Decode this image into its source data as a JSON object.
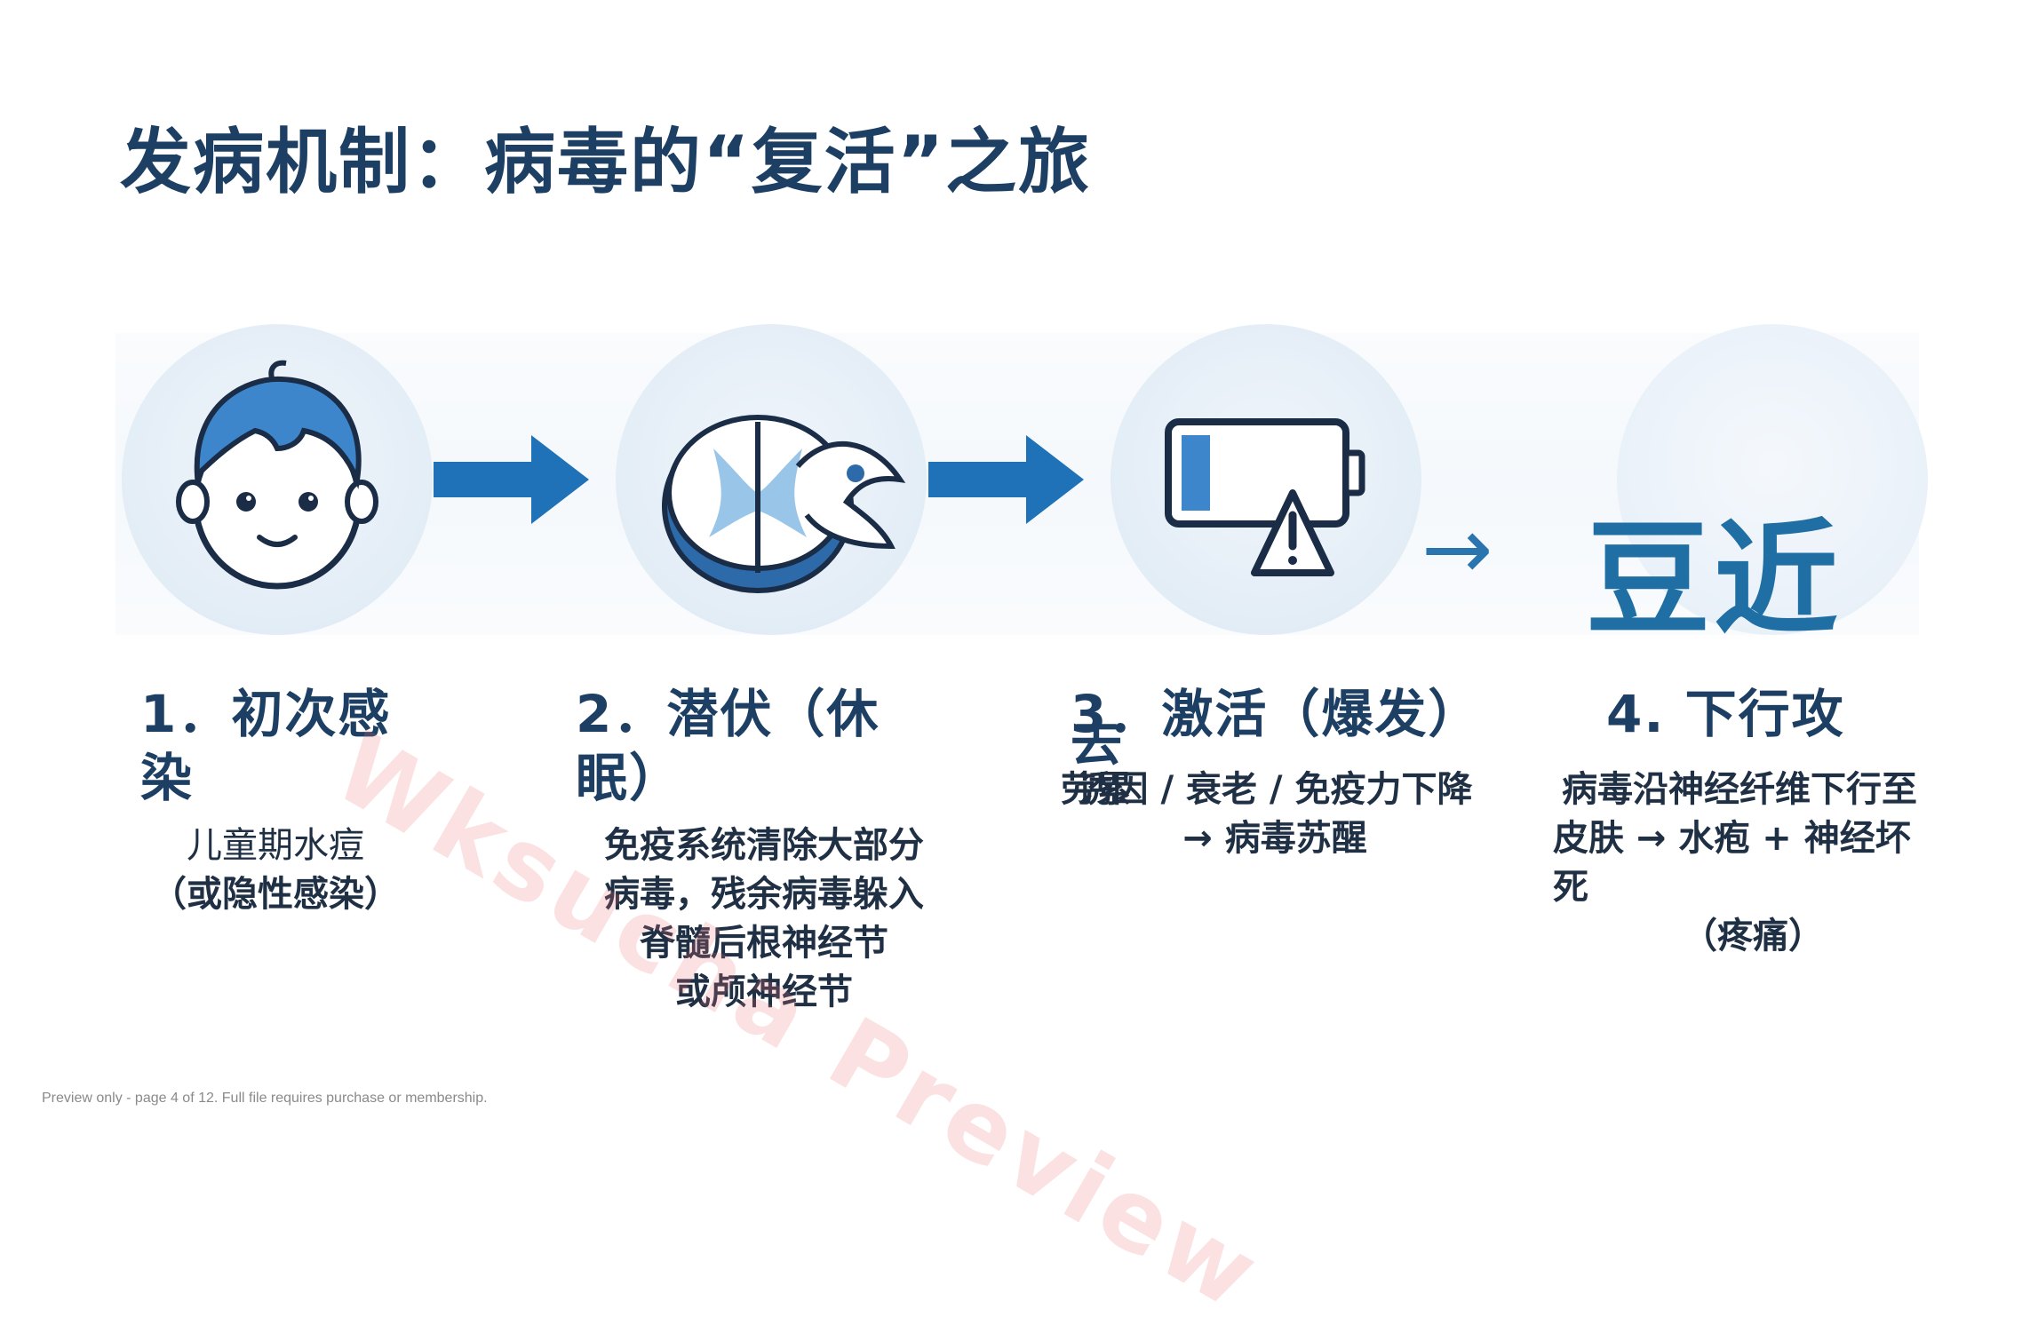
{
  "title": "发病机制：病毒的“复活”之旅",
  "steps": [
    {
      "head_line1": "1．初次感",
      "head_line2": "染",
      "body_line1": "儿童期水痘",
      "body_line2": "（或隐性感染）",
      "icon": "child-face-icon"
    },
    {
      "head_line1": "2．潜伏（休",
      "head_line2": "眠）",
      "body_lines": [
        "免疫系统清除大部分",
        "病毒，残余病毒躲入",
        "脊髓后根神经节",
        "或颅神经节"
      ],
      "icon": "spinal-cord-icon"
    },
    {
      "head_line1": "3．激活（爆发）",
      "head_line2": "去",
      "body_line1": "诱因 / 衰老 / 免疫力下降",
      "body_line2": "→ 病毒苏醒",
      "body_overlap": "劳累",
      "icon": "low-battery-warning-icon"
    },
    {
      "head_line1": "4. 下行攻",
      "body_lines": [
        "病毒沿神经纤维下行至",
        "皮肤 → 水疱 + 神经坏",
        "死"
      ],
      "body_note": "（疼痛）",
      "icon": "skin-glyph"
    }
  ],
  "step4_glyph": "豆近",
  "thin_arrow": "→",
  "watermark": "Wksucha Preview",
  "footer": "Preview only - page 4 of 12. Full file requires purchase or membership.",
  "colors": {
    "title": "#1d3f63",
    "accent": "#1f6fa5",
    "circle": "#e3edf6"
  }
}
